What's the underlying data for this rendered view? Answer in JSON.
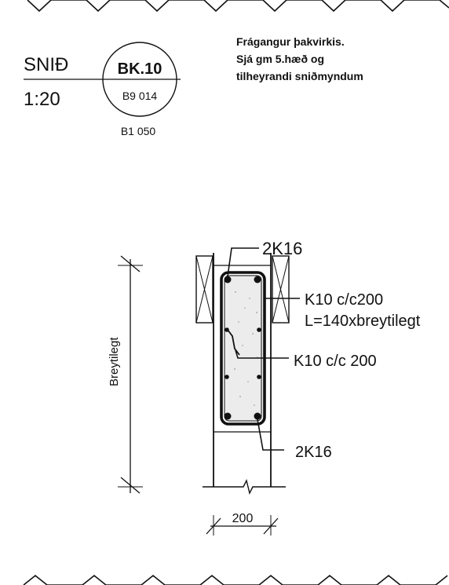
{
  "header": {
    "section_label": "SNIÐ",
    "scale": "1:20",
    "detail_id": "BK.10",
    "sheet_ref": "B9 014",
    "plan_ref": "B1 050"
  },
  "note": {
    "line1": "Frágangur þakvirkis.",
    "line2": "Sjá gm 5.hæð og",
    "line3": "tilheyrandi sniðmyndum"
  },
  "labels": {
    "bar_top": "2K16",
    "stirrup_line1": "K10 c/c200",
    "stirrup_line2": "L=140xbreytilegt",
    "link_bar": "K10 c/c 200",
    "bar_bottom": "2K16",
    "height_dim": "Breytilegt",
    "width_dim": "200"
  }
}
